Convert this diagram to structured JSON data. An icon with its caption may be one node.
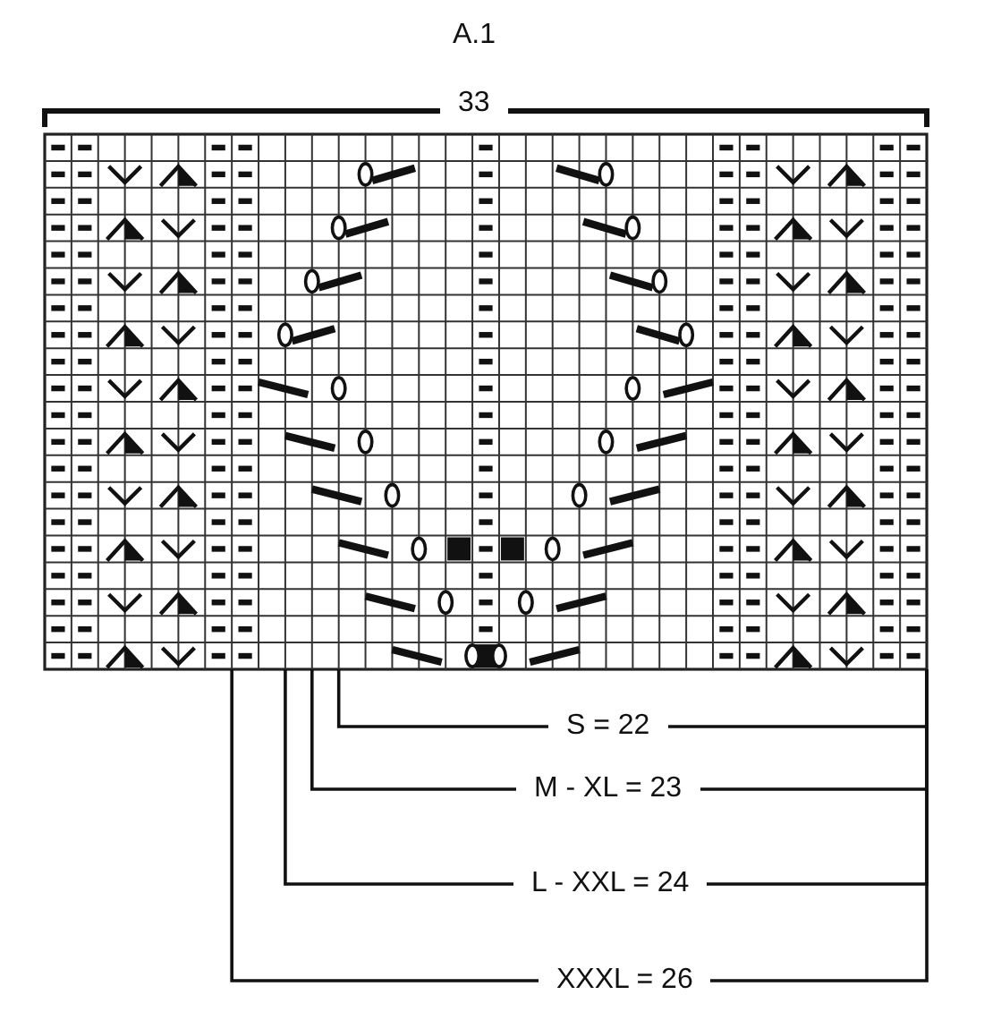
{
  "diagram": {
    "title": "A.1",
    "labels": [
      "33",
      "S = 22",
      "M - XL = 23",
      "L - XXL = 24",
      "XXXL = 26"
    ]
  }
}
